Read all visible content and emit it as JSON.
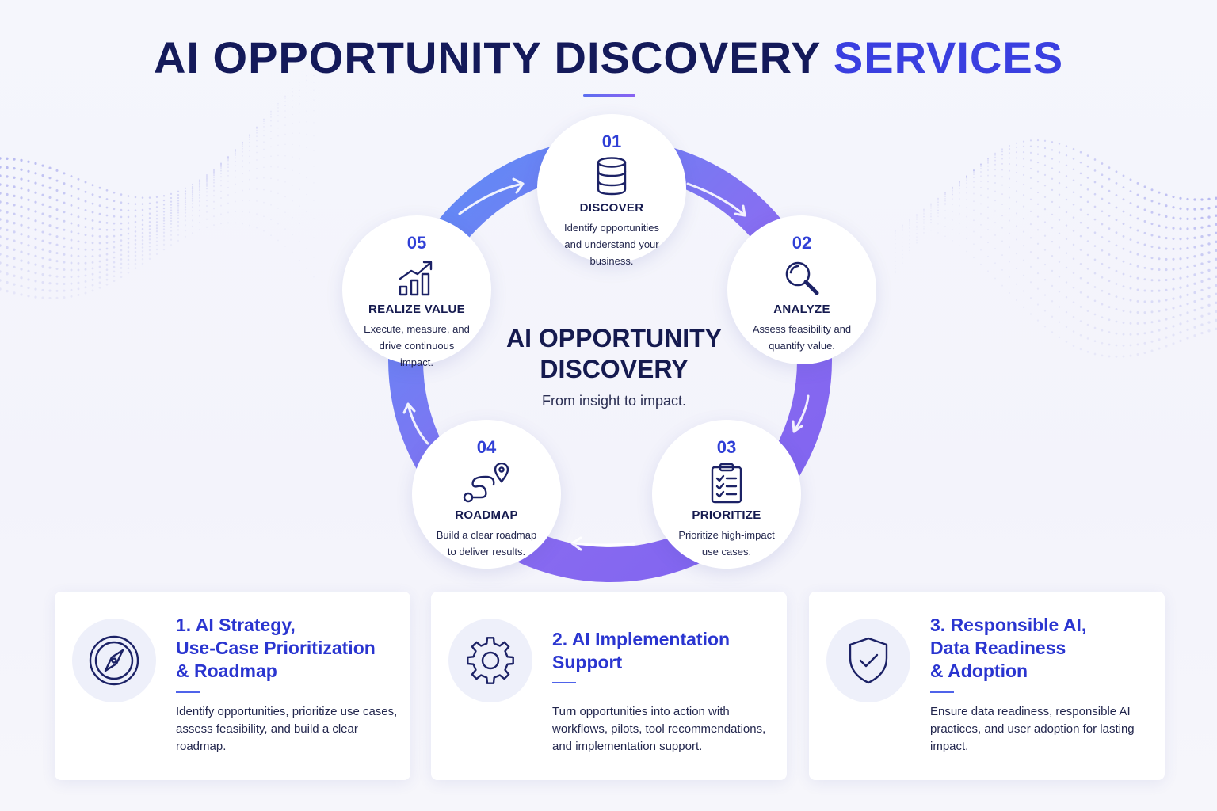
{
  "title": {
    "main": "AI OPPORTUNITY DISCOVERY",
    "accent": "SERVICES"
  },
  "center": {
    "title": "AI OPPORTUNITY\nDISCOVERY",
    "subtitle": "From insight to impact."
  },
  "steps": [
    {
      "number": "01",
      "label": "DISCOVER",
      "description": "Identify opportunities and understand your business.",
      "icon": "database-icon"
    },
    {
      "number": "02",
      "label": "ANALYZE",
      "description": "Assess feasibility and quantify value.",
      "icon": "magnifier-icon"
    },
    {
      "number": "03",
      "label": "PRIORITIZE",
      "description": "Prioritize high-impact use cases.",
      "icon": "checklist-icon"
    },
    {
      "number": "04",
      "label": "ROADMAP",
      "description": "Build a clear roadmap to deliver results.",
      "icon": "route-icon"
    },
    {
      "number": "05",
      "label": "REALIZE VALUE",
      "description": "Execute, measure, and drive continuous impact.",
      "icon": "growth-chart-icon"
    }
  ],
  "cards": [
    {
      "heading": "1. AI Strategy,\nUse-Case Prioritization\n& Roadmap",
      "body": "Identify opportunities, prioritize use cases, assess feasibility, and build a clear roadmap.",
      "icon": "compass-icon"
    },
    {
      "heading": "2. AI Implementation\nSupport",
      "body": "Turn opportunities into action with workflows, pilots, tool recommendations, and implementation support.",
      "icon": "gear-icon"
    },
    {
      "heading": "3. Responsible AI,\nData Readiness\n& Adoption",
      "body": "Ensure data readiness, responsible AI practices, and user adoption for lasting impact.",
      "icon": "shield-check-icon"
    }
  ],
  "colors": {
    "navy": "#141a5a",
    "accent": "#3a3fe0",
    "ring_blue": "#5b8cf5",
    "ring_purple": "#8b6cf0"
  }
}
